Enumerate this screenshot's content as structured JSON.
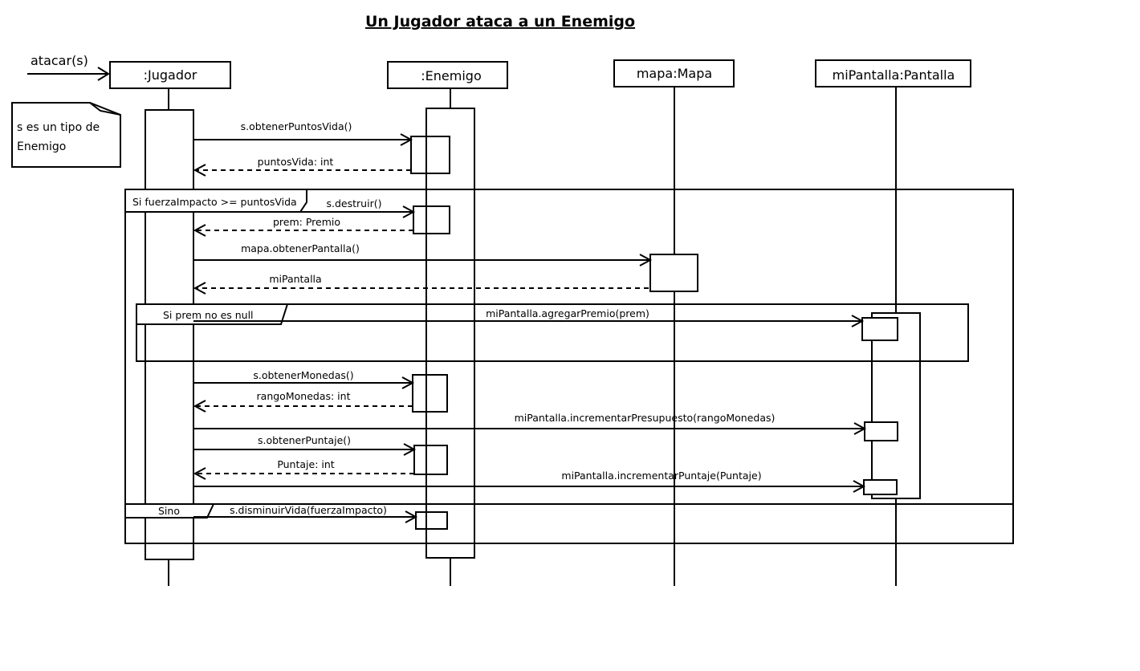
{
  "title": "Un Jugador ataca a un Enemigo",
  "lifelines": {
    "jugador": ":Jugador",
    "enemigo": ":Enemigo",
    "mapa": "mapa:Mapa",
    "pantalla": "miPantalla:Pantalla"
  },
  "entry_message": "atacar(s)",
  "note": {
    "line1": "s es un tipo de",
    "line2": "Enemigo"
  },
  "fragments": {
    "outer_guard": "Si fuerzaImpacto >= puntosVida",
    "inner_guard": "Si prem no es null",
    "else_guard": "Sino"
  },
  "messages": {
    "m1": "s.obtenerPuntosVida()",
    "r1": "puntosVida: int",
    "m2": "s.destruir()",
    "r2": "prem: Premio",
    "m3": "mapa.obtenerPantalla()",
    "r3": "miPantalla",
    "m4": "miPantalla.agregarPremio(prem)",
    "m5": "s.obtenerMonedas()",
    "r5": "rangoMonedas: int",
    "m6": "miPantalla.incrementarPresupuesto(rangoMonedas)",
    "m7": "s.obtenerPuntaje()",
    "r7": "Puntaje: int",
    "m8": "miPantalla.incrementarPuntaje(Puntaje)",
    "m9": "s.disminuirVida(fuerzaImpacto)"
  }
}
